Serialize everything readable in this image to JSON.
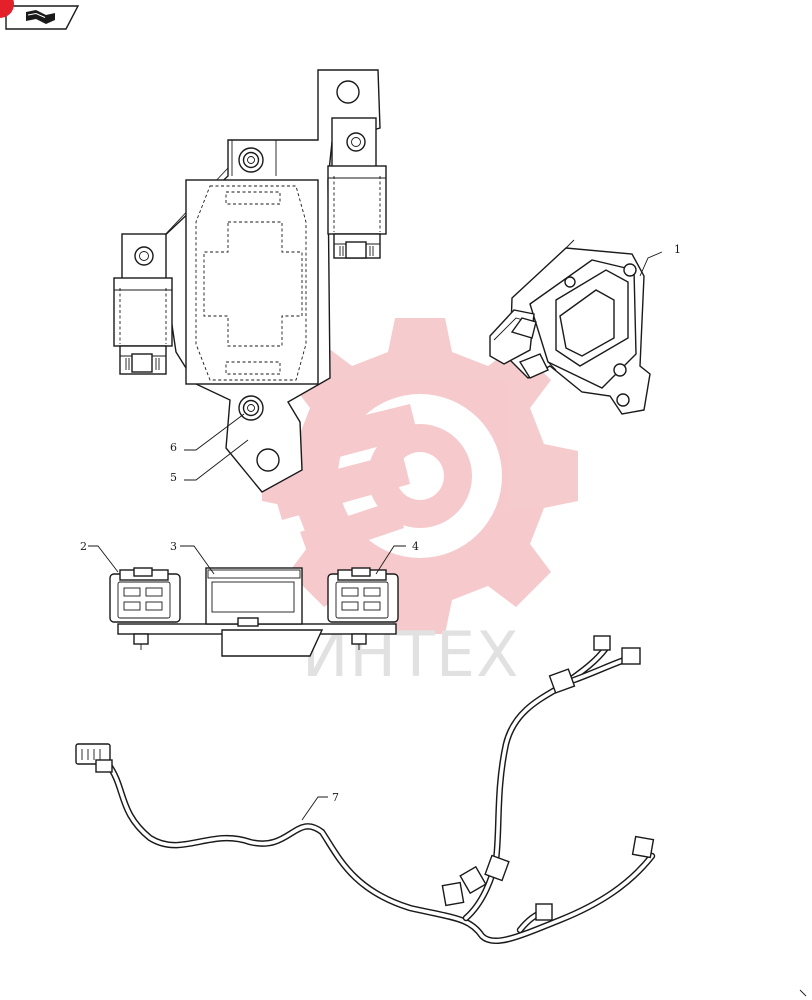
{
  "header": {
    "nav_icon": "manual-book-icon",
    "indicator_color": "#e4202a"
  },
  "watermark": {
    "text": "ИНТЕХ",
    "gear_color": "#f3b9bc",
    "icon": "gear-wrench-logo"
  },
  "callouts": [
    {
      "id": "1",
      "label": "1"
    },
    {
      "id": "2",
      "label": "2"
    },
    {
      "id": "3",
      "label": "3"
    },
    {
      "id": "4",
      "label": "4"
    },
    {
      "id": "5",
      "label": "5"
    },
    {
      "id": "6",
      "label": "6"
    },
    {
      "id": "7",
      "label": "7"
    }
  ]
}
